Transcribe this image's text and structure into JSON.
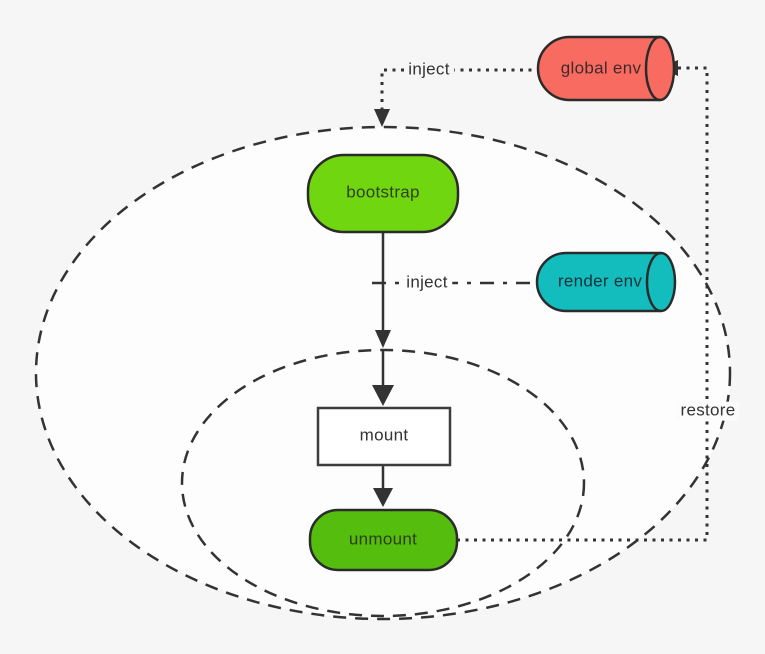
{
  "colors": {
    "background": "#f6f6f7",
    "canvas": "#fdfdfd",
    "stroke": "#333333",
    "arrow": "#333333"
  },
  "nodes": {
    "global_env": {
      "label": "global env",
      "fill": "#f76b60",
      "text": "#43282a"
    },
    "bootstrap": {
      "label": "bootstrap",
      "fill": "#70d60f",
      "text": "#33401f"
    },
    "render_env": {
      "label": "render env",
      "fill": "#13bdbd",
      "text": "#14333c"
    },
    "mount": {
      "label": "mount",
      "fill": "#ffffff",
      "text": "#333333"
    },
    "unmount": {
      "label": "unmount",
      "fill": "#55bd0e",
      "text": "#2e3d15"
    }
  },
  "edges": {
    "inject_global_label": "inject",
    "inject_render_label": "inject",
    "restore_label": "restore"
  }
}
